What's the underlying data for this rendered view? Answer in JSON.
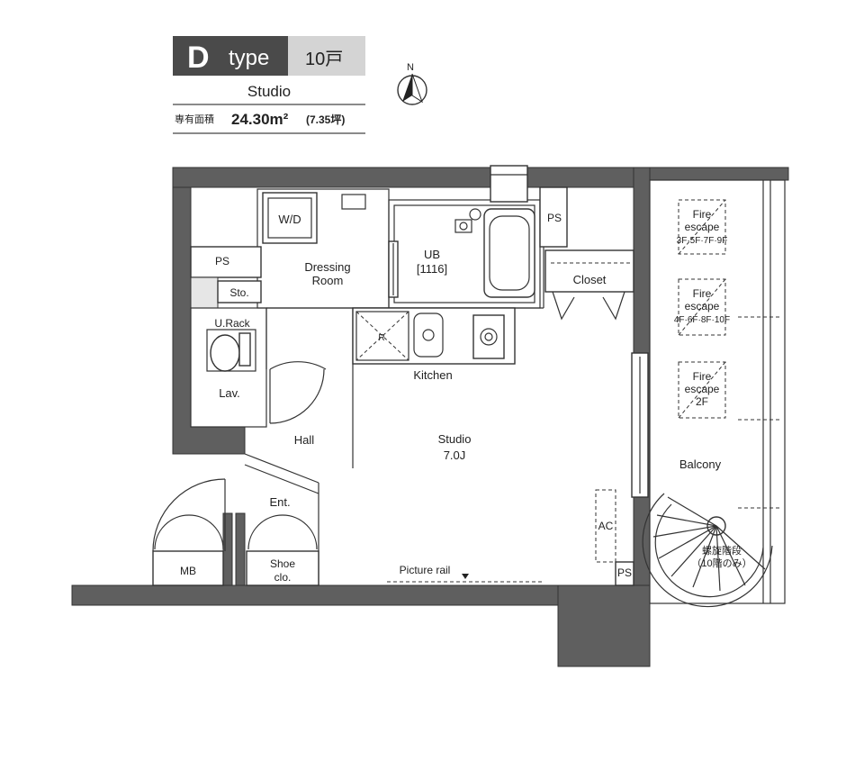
{
  "header": {
    "type_letter": "D",
    "type_word": "type",
    "units": "10戸",
    "layout_name": "Studio",
    "area_label": "専有面積",
    "area_value": "24.30m²",
    "area_tsubo": "(7.35坪)"
  },
  "compass": {
    "label": "N"
  },
  "rooms": {
    "wd": "W/D",
    "ps_left": "PS",
    "dressing_line1": "Dressing",
    "dressing_line2": "Room",
    "storage": "Sto.",
    "urack": "U.Rack",
    "lav": "Lav.",
    "ub_line1": "UB",
    "ub_line2": "[1116]",
    "ps_top": "PS",
    "closet": "Closet",
    "fridge_mark": "R",
    "kitchen": "Kitchen",
    "hall": "Hall",
    "studio_line1": "Studio",
    "studio_line2": "7.0J",
    "ent": "Ent.",
    "shoe_line1": "Shoe",
    "shoe_line2": "clo.",
    "mb": "MB",
    "picture_rail": "Picture rail",
    "ac": "AC",
    "ps_bottom": "PS",
    "balcony": "Balcony",
    "fire1_line1": "Fire",
    "fire1_line2": "escape",
    "fire1_line3": "3F·5F·7F·9F",
    "fire2_line1": "Fire",
    "fire2_line2": "escape",
    "fire2_line3": "4F·6F·8F·10F",
    "fire3_line1": "Fire",
    "fire3_line2": "escape",
    "fire3_line3": "2F",
    "stair_line1": "螺旋階段",
    "stair_line2": "（10階のみ）"
  },
  "colors": {
    "wall": "#5f5f5f",
    "header_dark": "#4a4a4a",
    "header_light": "#d4d4d4"
  }
}
